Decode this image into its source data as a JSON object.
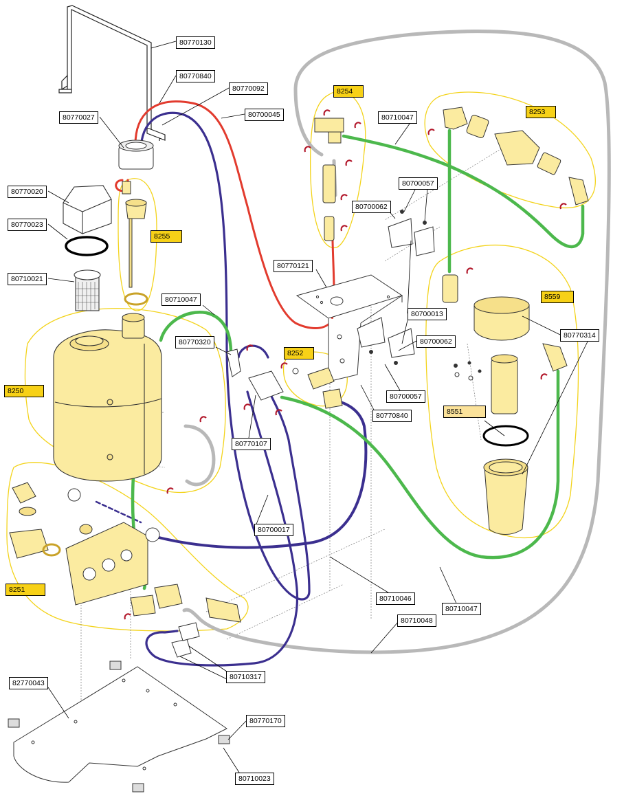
{
  "colors": {
    "assembly_outline": "#f3d31a",
    "yellow_part": "#fbeba0",
    "hose_red": "#e23b2e",
    "hose_blue": "#3b2f8f",
    "hose_green": "#4cb84c",
    "hose_gray": "#b8b8b8",
    "clip_red": "#b2182b",
    "group_label_bg": "#f7d117"
  },
  "part_labels": {
    "p80770130": "80770130",
    "p80770840_top": "80770840",
    "p80770092": "80770092",
    "p80700045": "80700045",
    "p80770027": "80770027",
    "p80770020": "80770020",
    "p80770023": "80770023",
    "p80710021": "80710021",
    "p80710047_a": "80710047",
    "p80770320": "80770320",
    "p80770107": "80770107",
    "p80700017": "80700017",
    "p80710047_top": "80710047",
    "p80700057_a": "80700057",
    "p80700062_a": "80700062",
    "p80770121": "80770121",
    "p80700013": "80700013",
    "p80700062_b": "80700062",
    "p80700057_b": "80700057",
    "p80770840_b": "80770840",
    "p80770314": "80770314",
    "p80710046": "80710046",
    "p80710047_b": "80710047",
    "p80710048": "80710048",
    "p80710317": "80710317",
    "p82770043": "82770043",
    "p80770170": "80770170",
    "p80710023": "80710023"
  },
  "group_labels": {
    "g8254": "8254",
    "g8253": "8253",
    "g8255": "8255",
    "g8252": "8252",
    "g8250": "8250",
    "g8251": "8251",
    "g8559": "8559",
    "g8551": "8551"
  }
}
